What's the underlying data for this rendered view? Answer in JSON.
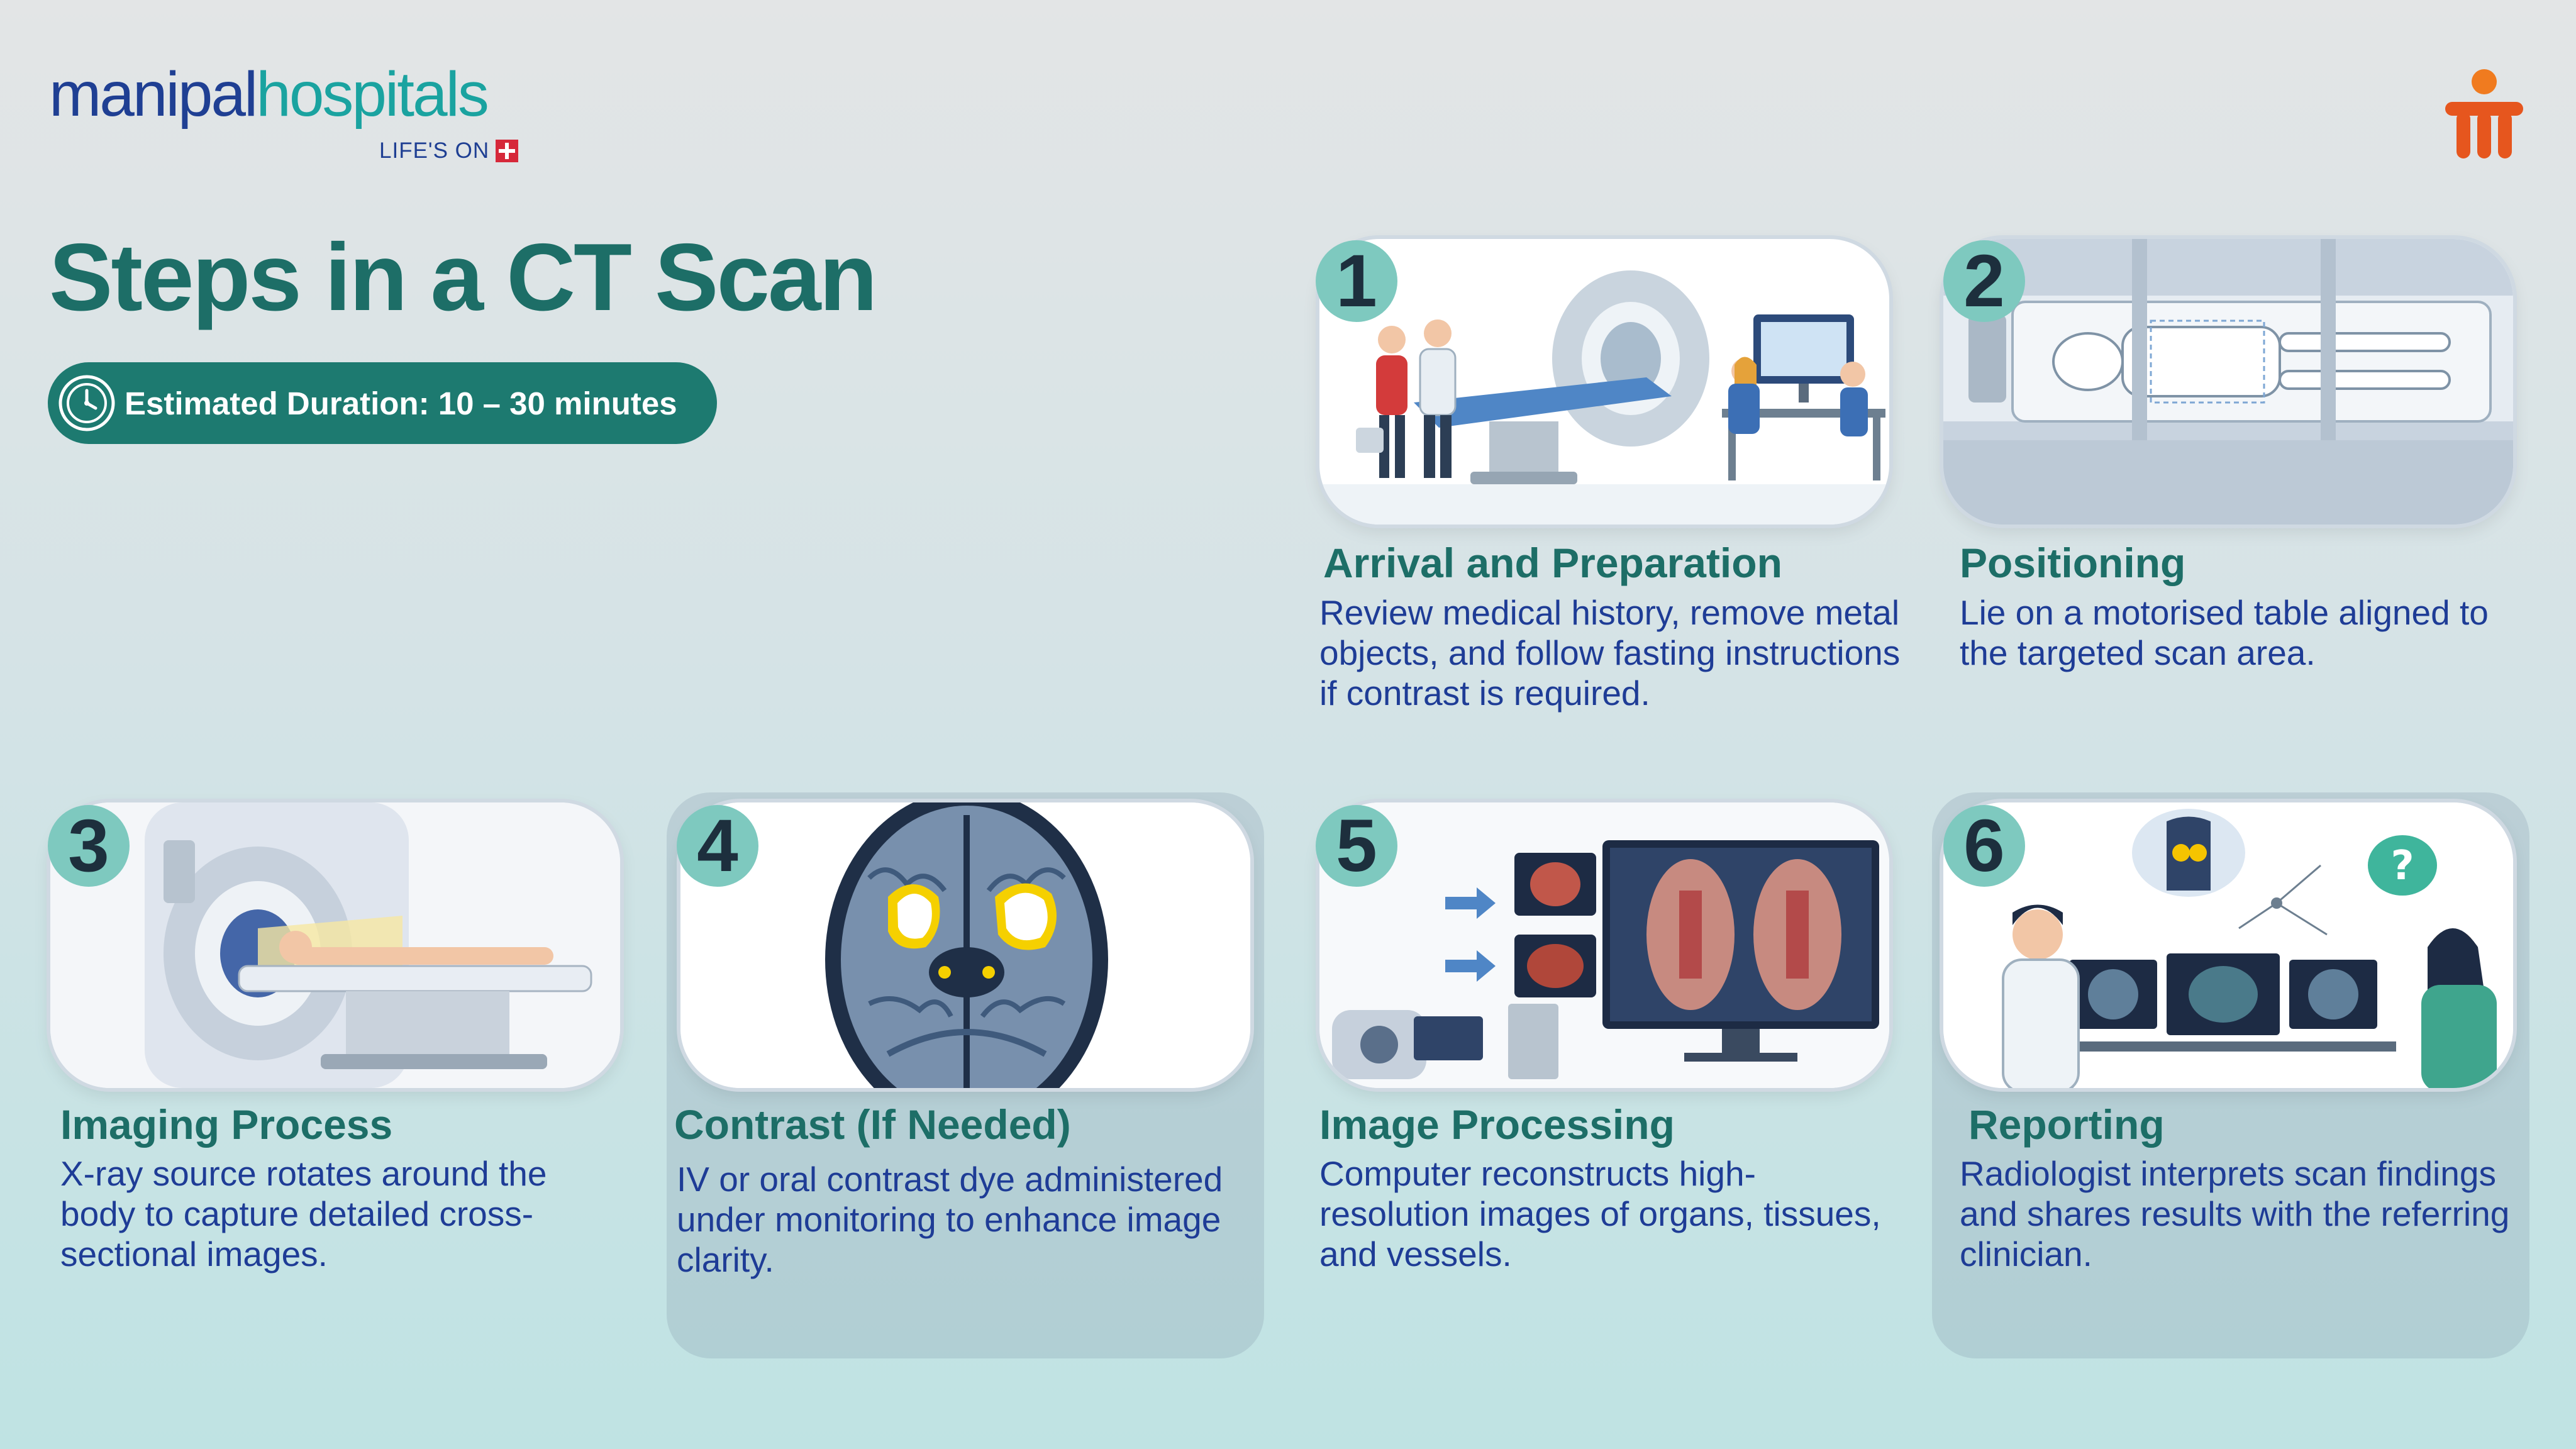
{
  "brand": {
    "name_part1": "manipal",
    "name_part2": "hospitals",
    "tagline": "LIFE'S ON",
    "primary_color": "#1f3f93",
    "accent_color": "#1aa3a0",
    "logo_icon": "manipal-mark-icon"
  },
  "page": {
    "title": "Steps in a CT Scan",
    "duration": "Estimated Duration: 10 – 30 minutes",
    "duration_icon": "clock-icon",
    "title_color": "#1d6e67",
    "text_color": "#1e3c96",
    "badge_color": "#7ec9bf"
  },
  "steps": [
    {
      "number": "1",
      "title": "Arrival and Preparation",
      "description": "Review medical history, remove metal objects, and follow fasting instructions if contrast is required.",
      "illustration": "patient-arrival-illustration"
    },
    {
      "number": "2",
      "title": "Positioning",
      "description": "Lie on a motorised table aligned to the targeted scan area.",
      "illustration": "patient-positioning-illustration"
    },
    {
      "number": "3",
      "title": "Imaging Process",
      "description": "X-ray source rotates around the body to capture detailed cross-sectional images.",
      "illustration": "ct-scanner-illustration"
    },
    {
      "number": "4",
      "title": "Contrast (If Needed)",
      "description": "IV or oral contrast dye administered under monitoring to enhance image clarity.",
      "illustration": "brain-scan-illustration"
    },
    {
      "number": "5",
      "title": "Image Processing",
      "description": "Computer reconstructs high-resolution images of organs, tissues, and vessels.",
      "illustration": "image-processing-illustration"
    },
    {
      "number": "6",
      "title": "Reporting",
      "description": "Radiologist interprets scan findings and shares results with the referring clinician.",
      "illustration": "radiologist-report-illustration"
    }
  ]
}
